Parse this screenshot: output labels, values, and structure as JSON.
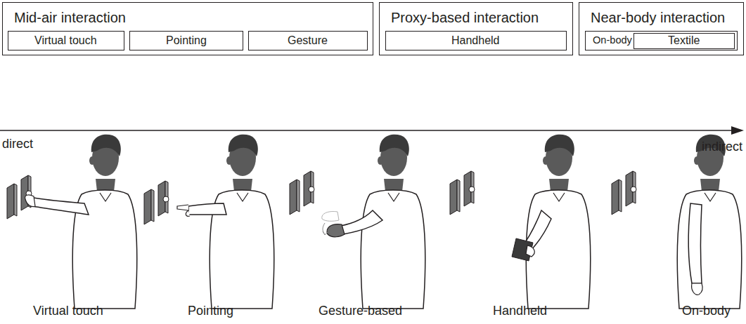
{
  "diagram": {
    "nodes": [
      {
        "text": [
          "Mid-air interaction"
        ]
      },
      {
        "text": [
          "Virtual touch"
        ],
        "in": 0
      },
      {
        "text": [
          "Pointing"
        ],
        "in": 0
      },
      {
        "text": [
          "Gesture"
        ],
        "in": 0
      },
      {
        "text": [
          "Proxy-based interaction"
        ]
      },
      {
        "text": [
          "Handheld"
        ],
        "in": 4
      },
      {
        "text": [
          "Near-body interaction"
        ]
      },
      {
        "text": [
          "On-body"
        ],
        "in": 6
      },
      {
        "text": [
          "Textile"
        ],
        "in": 7
      }
    ],
    "labels": [
      "direct",
      "indirect",
      "Virtual touch",
      "Pointing",
      "Gesture-based",
      "Handheld",
      "On-body"
    ]
  }
}
